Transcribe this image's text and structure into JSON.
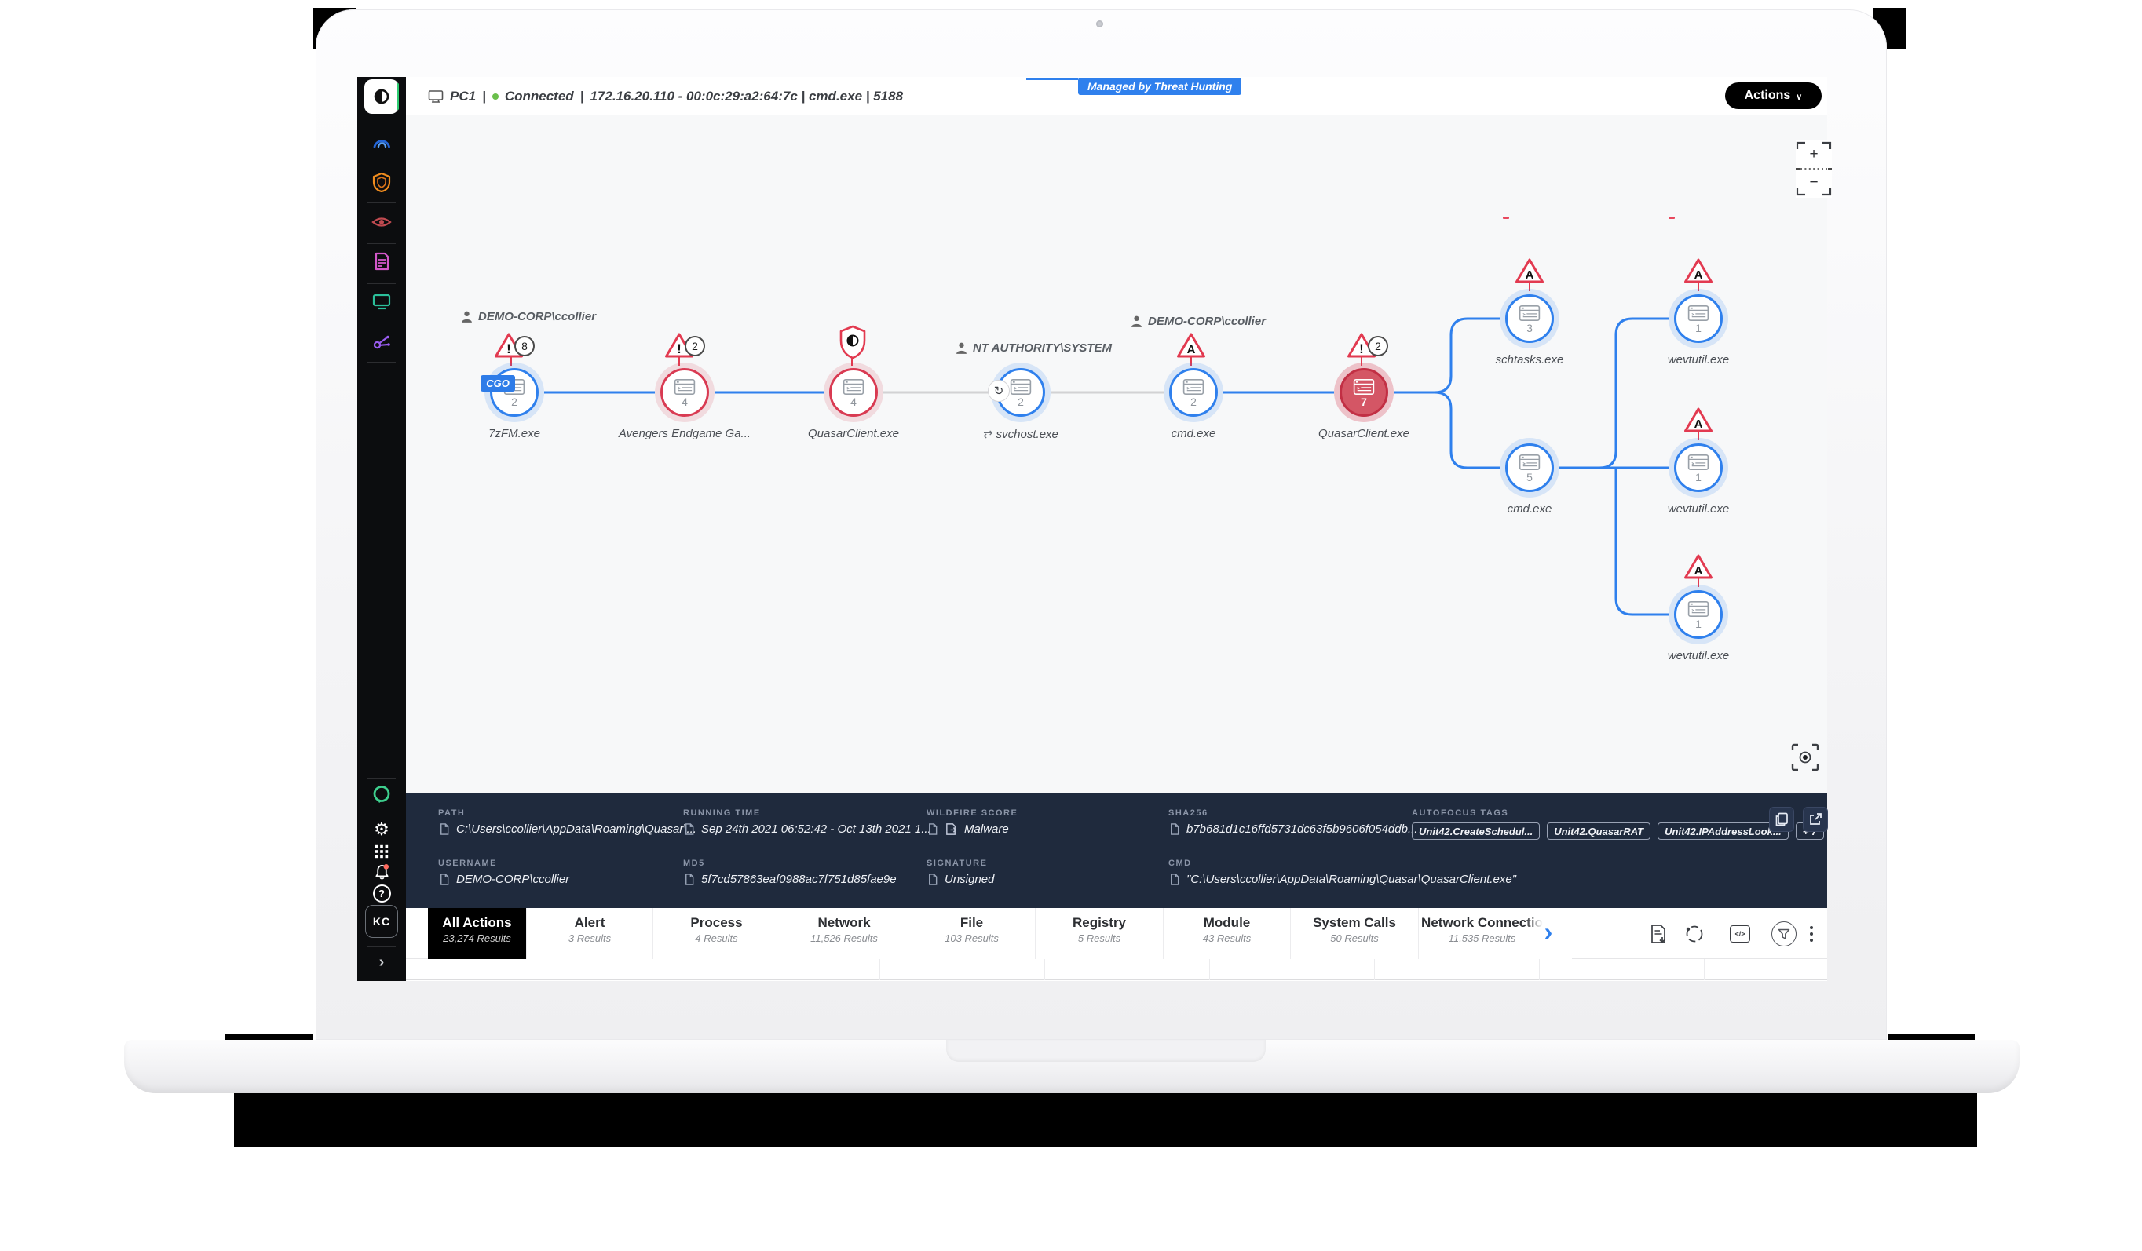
{
  "header": {
    "device": "PC1",
    "sep": "|",
    "status": "Connected",
    "info": "172.16.20.110 - 00:0c:29:a2:64:7c | cmd.exe | 5188",
    "managed_badge": "Managed by Threat Hunting",
    "actions_label": "Actions"
  },
  "sidebar": {
    "avatar": "KC",
    "expand": "›"
  },
  "graph": {
    "users": [
      "DEMO-CORP\\ccollier",
      "NT AUTHORITY\\SYSTEM",
      "DEMO-CORP\\ccollier"
    ],
    "cgo_label": "CGO",
    "inject_glyph": "↻",
    "sync_glyph": "⇄",
    "nodes": [
      {
        "label": "7zFM.exe",
        "count": "2"
      },
      {
        "label": "Avengers Endgame Ga...",
        "count": "4"
      },
      {
        "label": "QuasarClient.exe",
        "count": "4"
      },
      {
        "label": "svchost.exe",
        "count": "2"
      },
      {
        "label": "cmd.exe",
        "count": "2"
      },
      {
        "label": "QuasarClient.exe",
        "count": "7"
      },
      {
        "label": "schtasks.exe",
        "count": "3"
      },
      {
        "label": "wevtutil.exe",
        "count": "1"
      },
      {
        "label": "cmd.exe",
        "count": "5"
      },
      {
        "label": "wevtutil.exe",
        "count": "1"
      },
      {
        "label": "wevtutil.exe",
        "count": "1"
      }
    ],
    "alerts": {
      "exclaim": "!",
      "letter": "A",
      "a0": "8",
      "a1": "2",
      "a5": "2"
    },
    "zoom_in": "+",
    "zoom_out": "−"
  },
  "details": {
    "fields": [
      {
        "label": "PATH",
        "value": "C:\\Users\\ccollier\\AppData\\Roaming\\Quasar\\..."
      },
      {
        "label": "USERNAME",
        "value": "DEMO-CORP\\ccollier"
      },
      {
        "label": "RUNNING TIME",
        "value": "Sep 24th 2021 06:52:42 - Oct 13th 2021 1..."
      },
      {
        "label": "MD5",
        "value": "5f7cd57863eaf0988ac7f751d85fae9e"
      },
      {
        "label": "WILDFIRE SCORE",
        "value": "Malware"
      },
      {
        "label": "SIGNATURE",
        "value": "Unsigned"
      },
      {
        "label": "SHA256",
        "value": "b7b681d1c16ffd5731dc63f5b9606f054ddb..."
      },
      {
        "label": "CMD",
        "value": "\"C:\\Users\\ccollier\\AppData\\Roaming\\Quasar\\QuasarClient.exe\""
      },
      {
        "label": "AUTOFOCUS TAGS"
      }
    ],
    "tags": [
      "Unit42.CreateSchedul...",
      "Unit42.QuasarRAT",
      "Unit42.IPAddressLook...",
      "+ 7"
    ]
  },
  "tabs": [
    {
      "label": "All Actions",
      "results": "23,274 Results"
    },
    {
      "label": "Alert",
      "results": "3 Results"
    },
    {
      "label": "Process",
      "results": "4 Results"
    },
    {
      "label": "Network",
      "results": "11,526 Results"
    },
    {
      "label": "File",
      "results": "103 Results"
    },
    {
      "label": "Registry",
      "results": "5 Results"
    },
    {
      "label": "Module",
      "results": "43 Results"
    },
    {
      "label": "System Calls",
      "results": "50 Results"
    },
    {
      "label": "Network Connectio",
      "results": "11,535 Results"
    }
  ],
  "tabs_more": "›",
  "colors": {
    "accent": "#2f80ed",
    "alert_red": "#e23a50",
    "panel_bg": "#1f2a3d",
    "badge_blue": "#2e7ce8"
  }
}
